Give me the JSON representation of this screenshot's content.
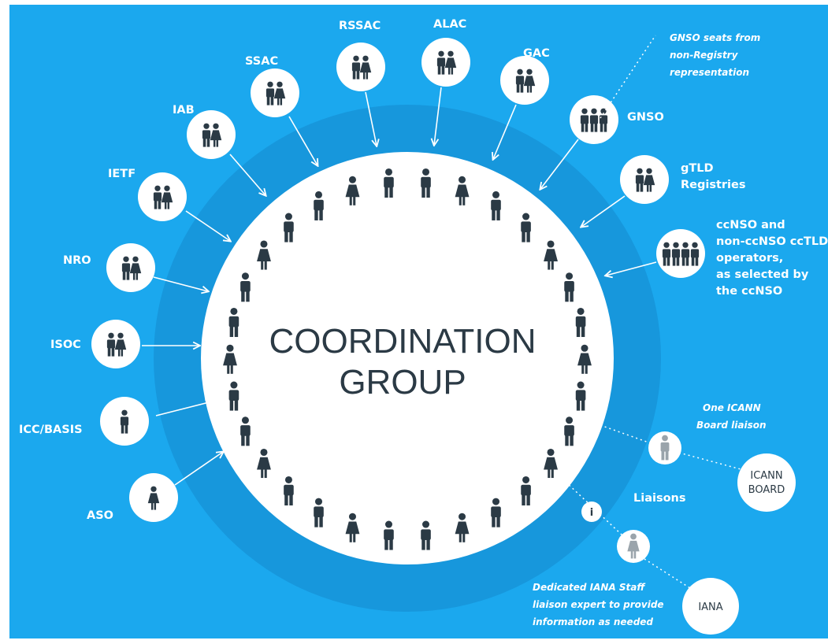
{
  "title": {
    "line1": "COORDINATION",
    "line2": "GROUP"
  },
  "members": [
    {
      "id": "aso",
      "label": [
        "ASO"
      ],
      "people": 1
    },
    {
      "id": "icc-basis",
      "label": [
        "ICC/BASIS"
      ],
      "people": 1
    },
    {
      "id": "isoc",
      "label": [
        "ISOC"
      ],
      "people": 2
    },
    {
      "id": "nro",
      "label": [
        "NRO"
      ],
      "people": 2
    },
    {
      "id": "ietf",
      "label": [
        "IETF"
      ],
      "people": 2
    },
    {
      "id": "iab",
      "label": [
        "IAB"
      ],
      "people": 2
    },
    {
      "id": "ssac",
      "label": [
        "SSAC"
      ],
      "people": 2
    },
    {
      "id": "rssac",
      "label": [
        "RSSAC"
      ],
      "people": 2
    },
    {
      "id": "alac",
      "label": [
        "ALAC"
      ],
      "people": 2
    },
    {
      "id": "gac",
      "label": [
        "GAC"
      ],
      "people": 2
    },
    {
      "id": "gnso",
      "label": [
        "GNSO"
      ],
      "people": 3
    },
    {
      "id": "gtld-registries",
      "label": [
        "gTLD",
        "Registries"
      ],
      "people": 2
    },
    {
      "id": "ccnso",
      "label": [
        "ccNSO and",
        "non-ccNSO ccTLD",
        "operators,",
        "as selected by",
        "the ccNSO"
      ],
      "people": 4
    }
  ],
  "notes": {
    "gnso_seats": [
      "GNSO seats from",
      "non-Registry",
      "representation"
    ],
    "board_liaison": [
      "One ICANN",
      "Board  liaison"
    ],
    "iana_staff": [
      "Dedicated IANA Staff",
      "liaison expert to provide",
      "information as needed"
    ]
  },
  "liaisons": {
    "heading": "Liaisons",
    "icann_board": [
      "ICANN",
      "BOARD"
    ],
    "iana": "IANA",
    "info_glyph": "i"
  },
  "seat_count": 30,
  "colors": {
    "background": "#1ba8ee",
    "ring": "#1797dc",
    "circle": "#ffffff",
    "person": "#2b3a45",
    "liaison_person": "#9aa4ab",
    "text": "#ffffff"
  },
  "icons": {
    "person": "person-icon",
    "arrow": "arrow-icon"
  }
}
